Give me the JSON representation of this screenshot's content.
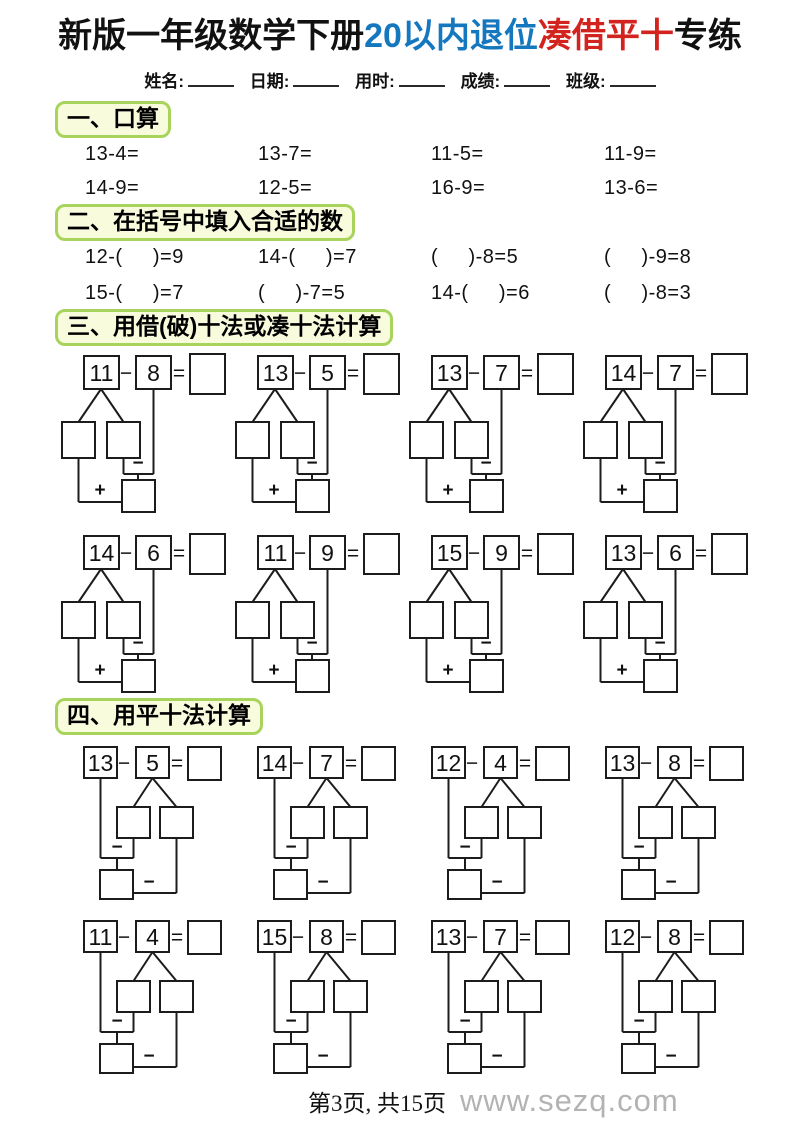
{
  "title": {
    "black_prefix": "新版一年级数学下册",
    "blue_part": "20以内退位",
    "red_part": "凑借平十",
    "black_suffix": "专练"
  },
  "info_fields": [
    "姓名:",
    "日期:",
    "用时:",
    "成绩:",
    "班级:"
  ],
  "sections": {
    "oral": {
      "heading": "一、口算",
      "problems": [
        "13-4=",
        "13-7=",
        "11-5=",
        "11-9=",
        "14-9=",
        "12-5=",
        "16-9=",
        "13-6="
      ]
    },
    "fill_bracket": {
      "heading": "二、在括号中填入合适的数",
      "problems": [
        "12-(     )=9",
        "14-(     )=7",
        "(     )-8=5",
        "(     )-9=8",
        "15-(     )=7",
        "(     )-7=5",
        "14-(     )=6",
        "(     )-8=3"
      ]
    },
    "borrow_ten": {
      "heading": "三、用借(破)十法或凑十法计算",
      "problems": [
        {
          "minuend": "11",
          "subtrahend": "8"
        },
        {
          "minuend": "13",
          "subtrahend": "5"
        },
        {
          "minuend": "13",
          "subtrahend": "7"
        },
        {
          "minuend": "14",
          "subtrahend": "7"
        },
        {
          "minuend": "14",
          "subtrahend": "6"
        },
        {
          "minuend": "11",
          "subtrahend": "9"
        },
        {
          "minuend": "15",
          "subtrahend": "9"
        },
        {
          "minuend": "13",
          "subtrahend": "6"
        }
      ]
    },
    "level_ten": {
      "heading": "四、用平十法计算",
      "problems": [
        {
          "minuend": "13",
          "subtrahend": "5"
        },
        {
          "minuend": "14",
          "subtrahend": "7"
        },
        {
          "minuend": "12",
          "subtrahend": "4"
        },
        {
          "minuend": "13",
          "subtrahend": "8"
        },
        {
          "minuend": "11",
          "subtrahend": "4"
        },
        {
          "minuend": "15",
          "subtrahend": "8"
        },
        {
          "minuend": "13",
          "subtrahend": "7"
        },
        {
          "minuend": "12",
          "subtrahend": "8"
        }
      ]
    }
  },
  "symbols": {
    "minus": "−",
    "plus": "+",
    "equals": "="
  },
  "footer": {
    "page_indicator": "第3页, 共15页",
    "watermark": "www.sezq.com"
  },
  "colors": {
    "title_blue": "#1577be",
    "title_red": "#d2231f",
    "heading_bg": "#f8fbdc",
    "heading_border": "#a8d45e",
    "watermark_gray": "#b3b3b3"
  }
}
